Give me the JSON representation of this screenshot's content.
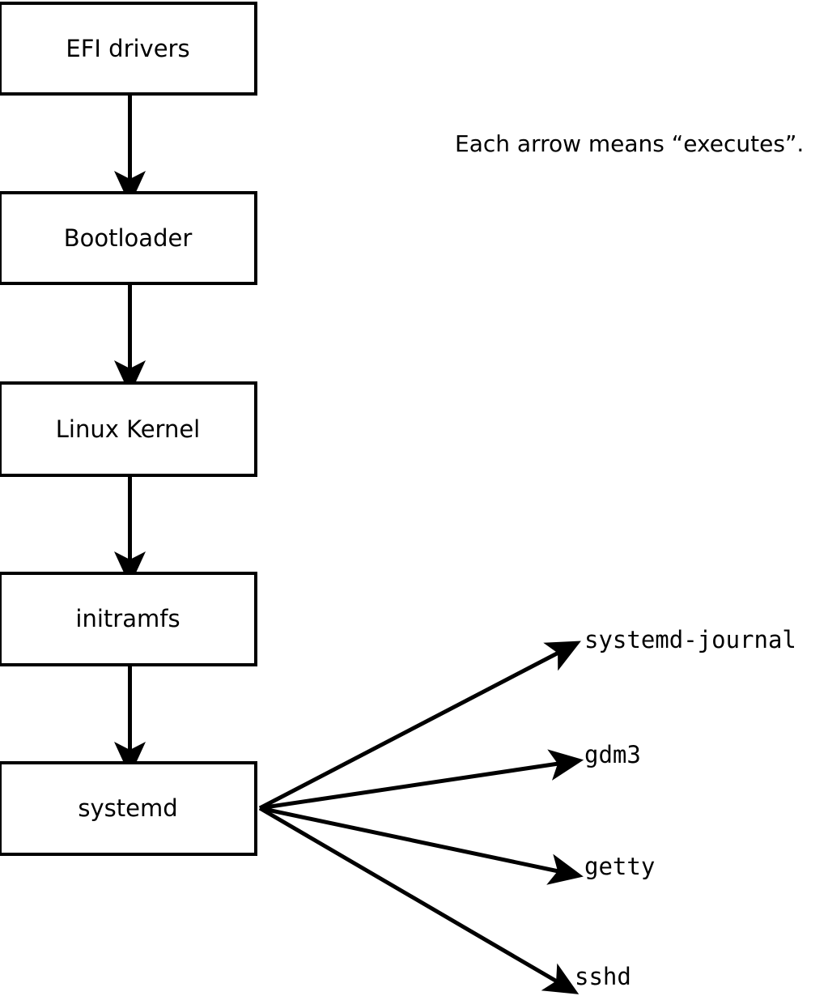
{
  "diagram": {
    "caption": "Each arrow means “executes”.",
    "boot_chain": [
      {
        "label": "EFI drivers"
      },
      {
        "label": "Bootloader"
      },
      {
        "label": "Linux Kernel"
      },
      {
        "label": "initramfs"
      },
      {
        "label": "systemd"
      }
    ],
    "systemd_children": [
      {
        "label": "systemd-journal"
      },
      {
        "label": "gdm3"
      },
      {
        "label": "getty"
      },
      {
        "label": "sshd"
      }
    ],
    "colors": {
      "stroke": "#000000",
      "fill": "#ffffff",
      "text": "#000000"
    }
  }
}
